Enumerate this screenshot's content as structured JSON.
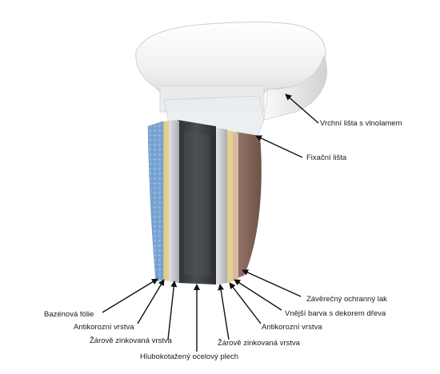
{
  "labels": {
    "top_rail": "Vrchní lišta s vlnolamem",
    "fixing_rail": "Fixační lišta",
    "pool_foil": "Bazénová fólie",
    "anticorrosion_inner": "Antikorozní vrstva",
    "galvanized_inner": "Žárově zinkovaná vrstva",
    "steel_sheet": "Hlubokotažený ocelový plech",
    "galvanized_outer": "Žárově zinkovaná vrstva",
    "anticorrosion_outer": "Antikorozní vrstva",
    "wood_decor_paint": "Vnější barva s dekorem dřeva",
    "protective_lacquer": "Závěrečný ochranný lak"
  },
  "colors": {
    "foil_blue": "#7ba6d4",
    "steel_dark": "#3b3e42",
    "zinc_silver": "#c9ccd0",
    "anticorrosion_yellow": "#e3cf8a",
    "wood_brown": "#8a6a5e",
    "rail_white": "#f4f4f4"
  }
}
